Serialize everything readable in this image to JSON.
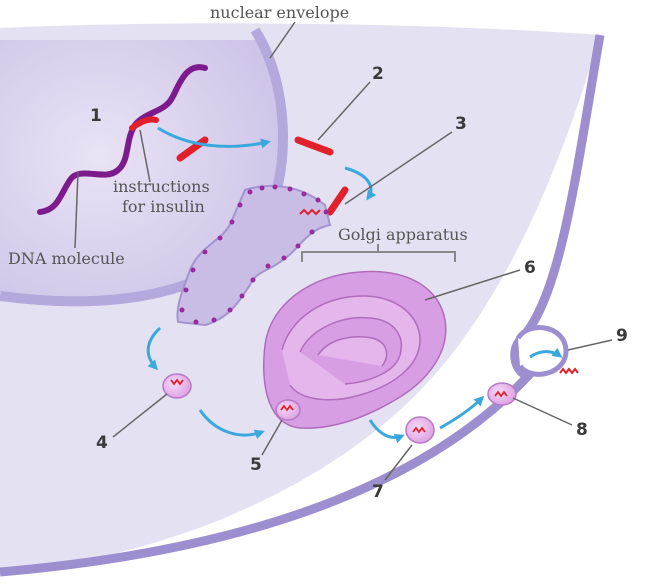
{
  "labels": {
    "nuclear_envelope": "nuclear envelope",
    "instructions_line1": "instructions",
    "instructions_line2": "for insulin",
    "dna_molecule": "DNA molecule",
    "golgi_apparatus": "Golgi apparatus"
  },
  "numbers": [
    "1",
    "2",
    "3",
    "4",
    "5",
    "6",
    "7",
    "8",
    "9"
  ],
  "colors": {
    "cytoplasm": "#e4e2f2",
    "nucleus": "#d9d0ec",
    "membrane": "#9d8fcf",
    "dna": "#7d1a8c",
    "insulin": "#e0202a",
    "arrow": "#3aa8dd",
    "golgi": "#d79ee3",
    "vesicle": "#e7b3ea"
  }
}
